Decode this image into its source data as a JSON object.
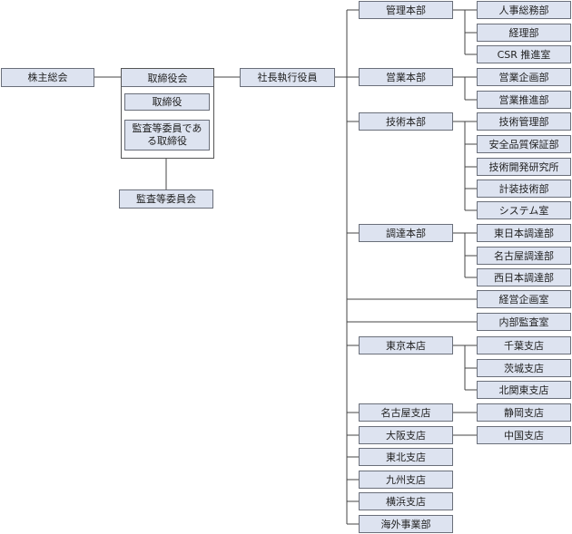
{
  "top": {
    "shareholders": "株主総会",
    "board": "取締役会",
    "director": "取締役",
    "audit_director": "監査等委員である取締役",
    "audit_committee": "監査等委員会",
    "president": "社長執行役員"
  },
  "divisions": {
    "admin": "管理本部",
    "admin_children": [
      "人事総務部",
      "経理部",
      "CSR 推進室"
    ],
    "sales": "営業本部",
    "sales_children": [
      "営業企画部",
      "営業推進部"
    ],
    "tech": "技術本部",
    "tech_children": [
      "技術管理部",
      "安全品質保証部",
      "技術開発研究所",
      "計装技術部",
      "システム室"
    ],
    "procurement": "調達本部",
    "procurement_children": [
      "東日本調達部",
      "名古屋調達部",
      "西日本調達部"
    ],
    "planning": "経営企画室",
    "audit": "内部監査室",
    "tokyo": "東京本店",
    "tokyo_children": [
      "千葉支店",
      "茨城支店",
      "北関東支店"
    ],
    "nagoya": "名古屋支店",
    "nagoya_child": "静岡支店",
    "osaka": "大阪支店",
    "osaka_child": "中国支店",
    "tohoku": "東北支店",
    "kyushu": "九州支店",
    "yokohama": "横浜支店",
    "overseas": "海外事業部"
  }
}
